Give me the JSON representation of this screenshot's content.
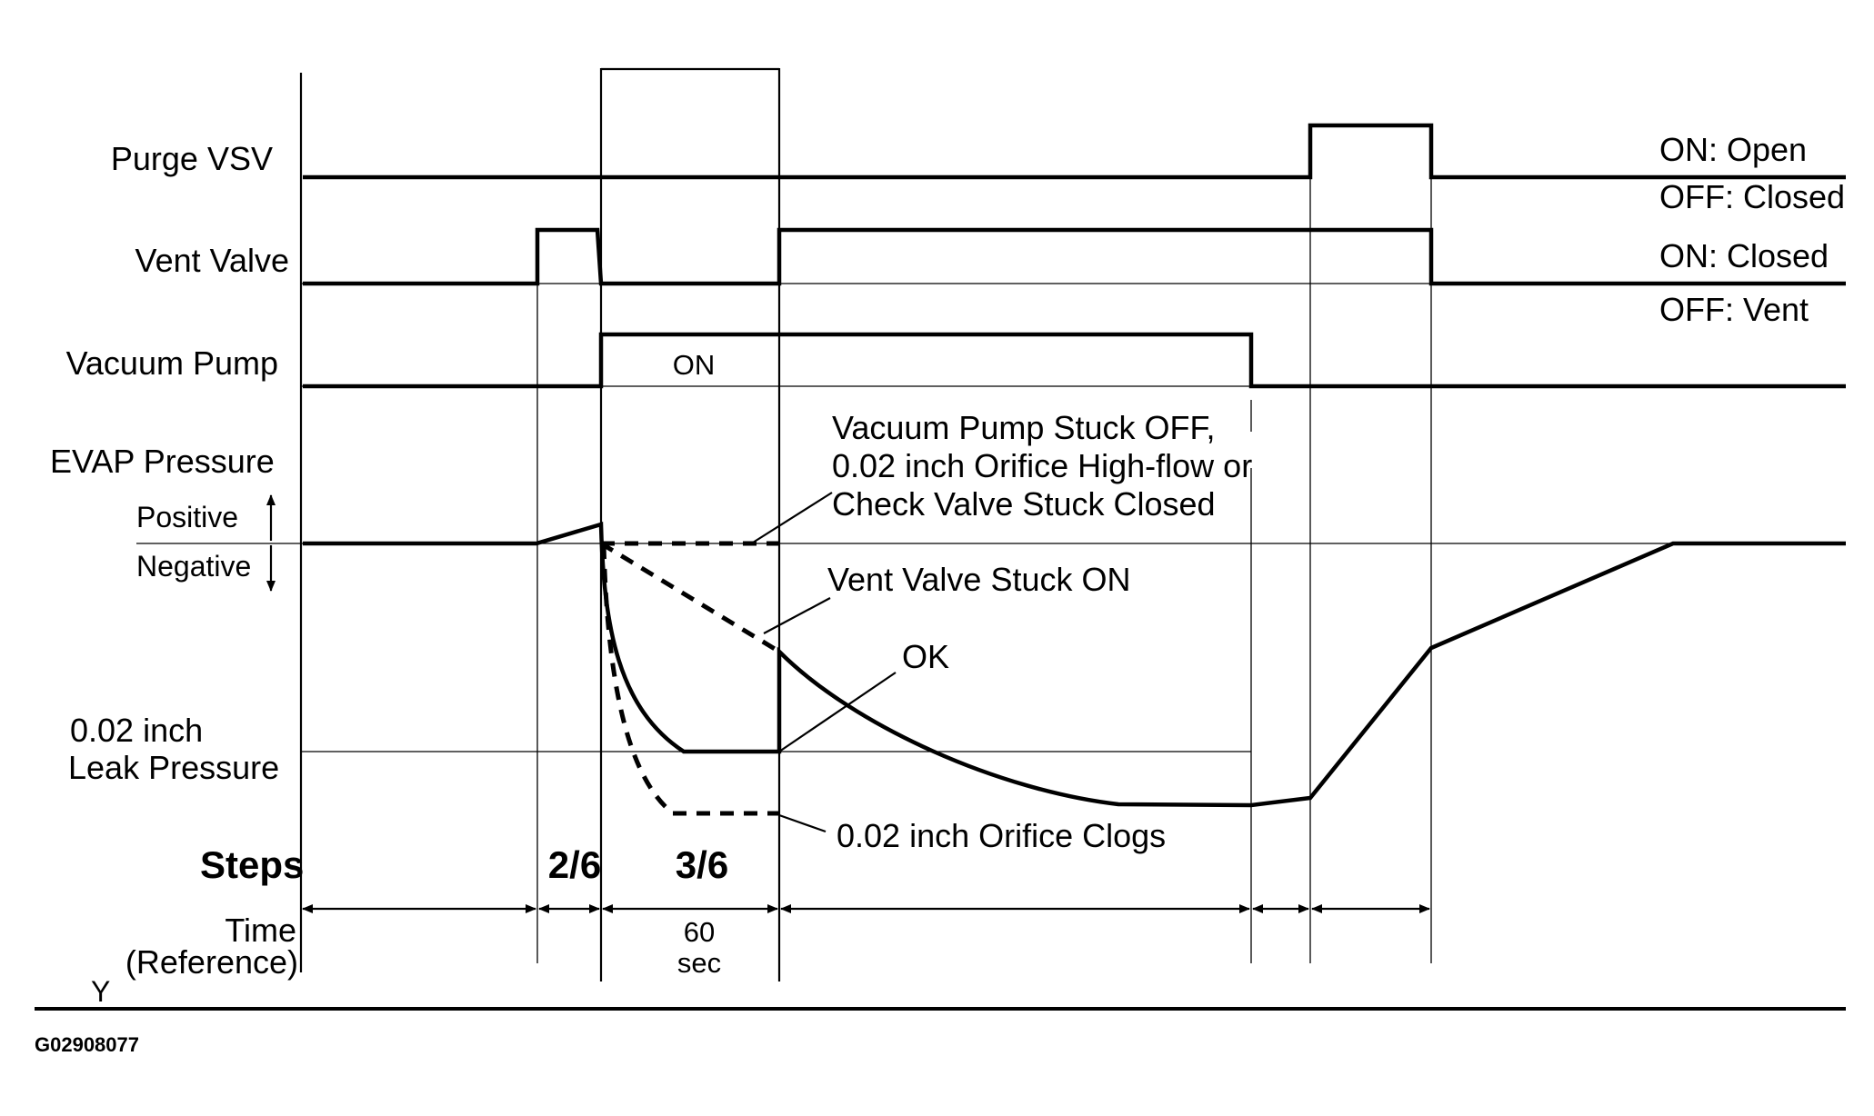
{
  "signals": {
    "purge_vsv": {
      "label": "Purge VSV",
      "on_label": "ON: Open",
      "off_label": "OFF: Closed"
    },
    "vent_valve": {
      "label": "Vent Valve",
      "on_label": "ON: Closed",
      "off_label": "OFF: Vent"
    },
    "vacuum_pump": {
      "label": "Vacuum Pump",
      "on_text": "ON"
    },
    "evap_pressure": {
      "label": "EVAP Pressure",
      "positive": "Positive",
      "negative": "Negative"
    }
  },
  "leak_pressure": {
    "line1": "0.02 inch",
    "line2": "Leak Pressure"
  },
  "annotations": {
    "stuck_off_1": "Vacuum Pump Stuck OFF,",
    "stuck_off_2": "0.02 inch Orifice High-flow or",
    "stuck_off_3": "Check Valve Stuck Closed",
    "vent_stuck": "Vent Valve Stuck ON",
    "ok": "OK",
    "clogs": "0.02 inch Orifice Clogs"
  },
  "steps": {
    "label": "Steps",
    "s2": "2/6",
    "s3": "3/6"
  },
  "time": {
    "label1": "Time",
    "label2": "(Reference)",
    "dur1": "60",
    "dur2": "sec"
  },
  "axis_letter": "Y",
  "figure_code": "G02908077"
}
